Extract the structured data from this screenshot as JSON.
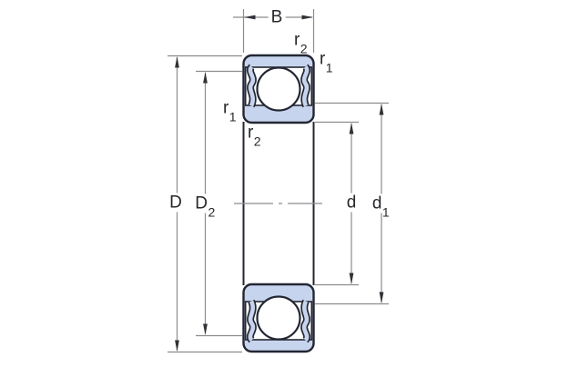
{
  "drawing": {
    "labels": {
      "width_B": {
        "main": "B",
        "sub": ""
      },
      "outer_diameter_D": {
        "main": "D",
        "sub": ""
      },
      "recess_diameter_D2": {
        "main": "D",
        "sub": "2"
      },
      "bore_diameter_d": {
        "main": "d",
        "sub": ""
      },
      "shoulder_diameter_d1": {
        "main": "d",
        "sub": "1"
      },
      "chamfer_r2_top": {
        "main": "r",
        "sub": "2"
      },
      "chamfer_r1_top_right": {
        "main": "r",
        "sub": "1"
      },
      "chamfer_r1_left": {
        "main": "r",
        "sub": "1"
      },
      "chamfer_r2_left_bottom": {
        "main": "r",
        "sub": "2"
      }
    },
    "colors": {
      "bearing_fill": "#c7d4ed",
      "outline": "#232733",
      "dimension_line": "#8c8c8c",
      "arrow": "#2f3237",
      "label_text": "#26282c",
      "background": "#ffffff"
    }
  }
}
